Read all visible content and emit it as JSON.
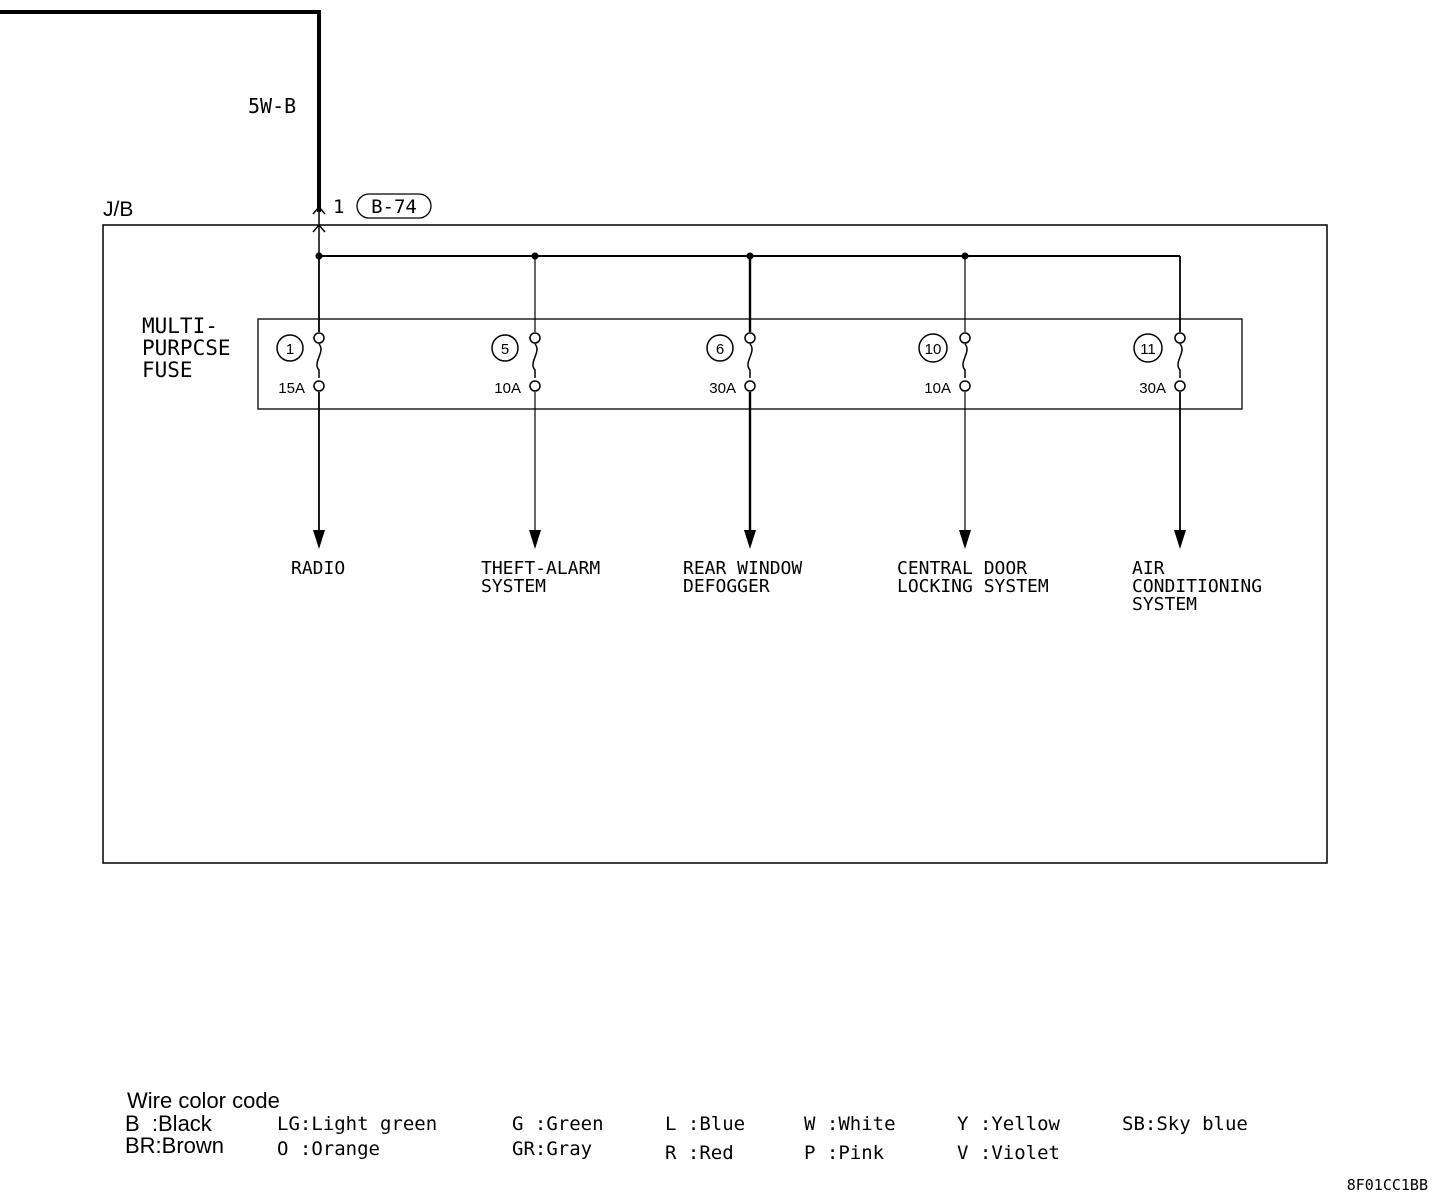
{
  "wire": {
    "label": "5W-B"
  },
  "junction_block": {
    "label": "J/B"
  },
  "connector": {
    "pin": "1",
    "id": "B-74"
  },
  "fuse_block": {
    "label_lines": [
      "MULTI-",
      "PURPCSE",
      "FUSE"
    ]
  },
  "fuses": [
    {
      "number": "1",
      "rating": "15A",
      "load": [
        "RADIO"
      ]
    },
    {
      "number": "5",
      "rating": "10A",
      "load": [
        "THEFT-ALARM",
        "SYSTEM"
      ]
    },
    {
      "number": "6",
      "rating": "30A",
      "load": [
        "REAR WINDOW",
        "DEFOGGER"
      ]
    },
    {
      "number": "10",
      "rating": "10A",
      "load": [
        "CENTRAL DOOR",
        "LOCKING SYSTEM"
      ]
    },
    {
      "number": "11",
      "rating": "30A",
      "load": [
        "AIR",
        "CONDITIONING",
        "SYSTEM"
      ]
    }
  ],
  "legend": {
    "title": "Wire color code",
    "row1": [
      "B  :Black",
      "LG:Light green",
      "G :Green",
      "L :Blue",
      "W :White",
      "Y :Yellow",
      "SB:Sky blue"
    ],
    "row2": [
      "BR:Brown",
      "O :Orange",
      "GR:Gray",
      "R :Red",
      "P :Pink",
      "V :Violet"
    ]
  },
  "figure_code": "8F01CC1BB"
}
